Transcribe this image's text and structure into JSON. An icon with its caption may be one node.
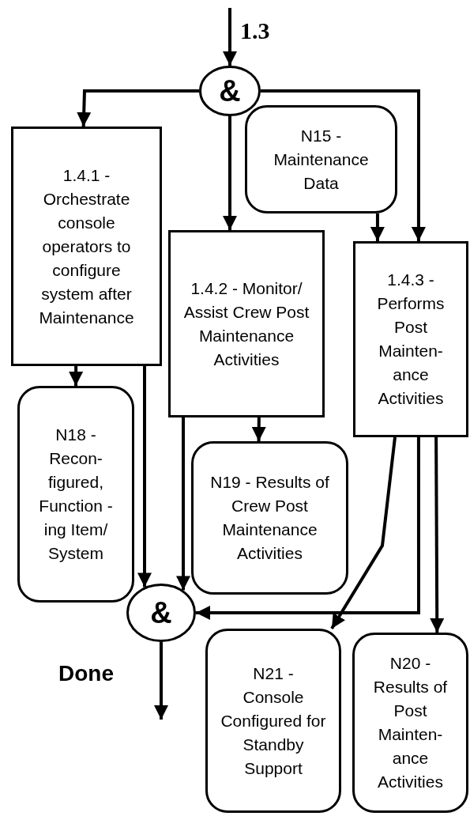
{
  "diagram": {
    "nodes": [
      {
        "text": [
          "&"
        ]
      },
      {
        "text": [
          "N15 - Maintenance Data"
        ]
      },
      {
        "text": [
          "1.4.1 - Orchestrate console operators to configure system after Maintenance"
        ]
      },
      {
        "text": [
          "1.4.2 - Monitor/ Assist Crew Post Maintenance Activities"
        ]
      },
      {
        "text": [
          "1.4.3 - Performs Post Mainten- ance Activities"
        ]
      },
      {
        "text": [
          "N18 - Recon- figured, Function -ing Item/ System"
        ]
      },
      {
        "text": [
          "N19 - Results of Crew Post Maintenance Activities"
        ]
      },
      {
        "text": [
          "&"
        ]
      },
      {
        "text": [
          "N21 - Console Configured for Standby Support"
        ]
      },
      {
        "text": [
          "N20 - Results of Post Mainten- ance Activities"
        ]
      }
    ],
    "edges": [
      {
        "from": null,
        "to": 0,
        "arrow": "to",
        "label": "1.3"
      },
      {
        "from": 0,
        "to": 2,
        "arrow": "to"
      },
      {
        "from": 0,
        "to": 3,
        "arrow": "to"
      },
      {
        "from": 0,
        "to": 4,
        "arrow": "to"
      },
      {
        "from": 1,
        "to": 4,
        "arrow": "to"
      },
      {
        "from": 2,
        "to": 5,
        "arrow": "to"
      },
      {
        "from": 2,
        "to": 7,
        "arrow": "to"
      },
      {
        "from": 3,
        "to": 6,
        "arrow": "to"
      },
      {
        "from": 3,
        "to": 7,
        "arrow": "to"
      },
      {
        "from": 4,
        "to": 7,
        "arrow": "to"
      },
      {
        "from": 4,
        "to": 8,
        "arrow": "to"
      },
      {
        "from": 4,
        "to": 9,
        "arrow": "to"
      },
      {
        "from": 7,
        "to": null,
        "arrow": "to",
        "label": "Done"
      }
    ]
  }
}
